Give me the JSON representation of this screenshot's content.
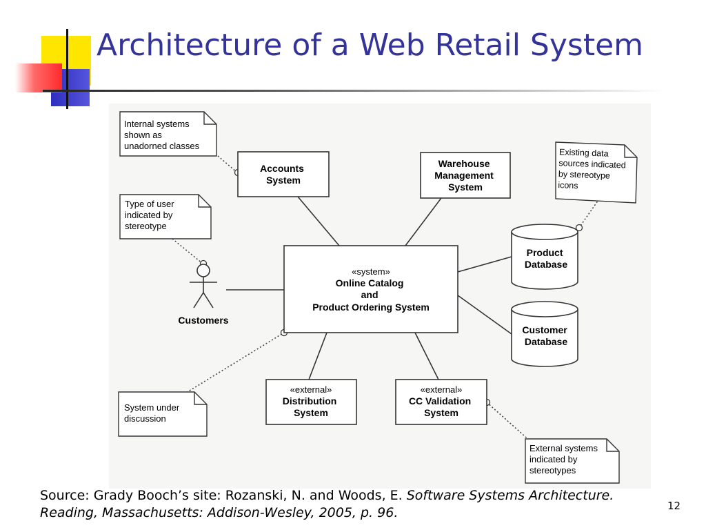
{
  "title": "Architecture of a Web Retail System",
  "diagram": {
    "nodes": {
      "accounts": [
        "Accounts",
        "System"
      ],
      "warehouse": [
        "Warehouse",
        "Management",
        "System"
      ],
      "central_stereotype": "«system»",
      "central": [
        "Online Catalog",
        "and",
        "Product Ordering System"
      ],
      "product_db": [
        "Product",
        "Database"
      ],
      "customer_db": [
        "Customer",
        "Database"
      ],
      "distribution_stereotype": "«external»",
      "distribution": [
        "Distribution",
        "System"
      ],
      "cc_stereotype": "«external»",
      "cc": [
        "CC Validation",
        "System"
      ],
      "customers": "Customers"
    },
    "notes": {
      "internal": [
        "Internal systems",
        "shown as",
        "unadorned classes"
      ],
      "user_type": [
        "Type of user",
        "indicated by",
        "stereotype"
      ],
      "data_sources": [
        "Existing data",
        "sources indicated",
        "by stereotype",
        "icons"
      ],
      "under_discussion": [
        "System under",
        "discussion"
      ],
      "external": [
        "External systems",
        "indicated by",
        "stereotypes"
      ]
    }
  },
  "footer": {
    "source_prefix": "Source: Grady Booch’s site: Rozanski, N. and Woods, E. ",
    "source_italic": "Software Systems Architecture. Reading, Massachusetts: Addison-Wesley, 2005, p. 96.",
    "page_number": "12"
  },
  "colors": {
    "title": "#33339a",
    "deco_yellow": "#ffe600",
    "deco_red": "#ff3838",
    "deco_blue": "#3636c8"
  }
}
